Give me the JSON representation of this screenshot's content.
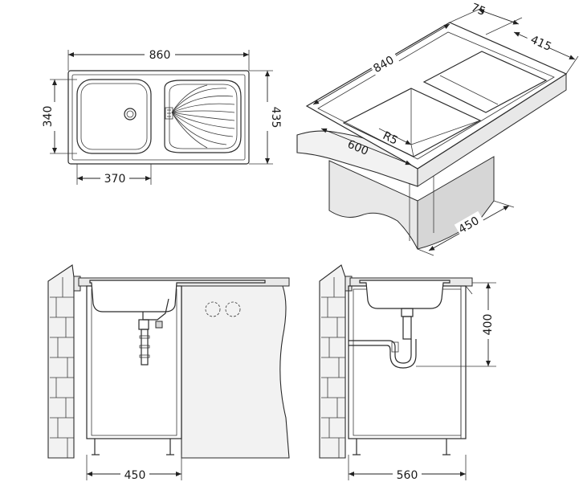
{
  "top_view": {
    "width_label": "860",
    "depth_label": "435",
    "bowl_depth_label": "340",
    "bowl_width_label": "370"
  },
  "iso_view": {
    "length_label": "840",
    "rim_label": "75",
    "depth_label": "415",
    "front_label": "600",
    "radius_label": "R5",
    "cabinet_label": "450"
  },
  "side_view_left": {
    "cabinet_width_label": "450"
  },
  "side_view_right": {
    "cabinet_depth_label": "560",
    "height_label": "400"
  }
}
